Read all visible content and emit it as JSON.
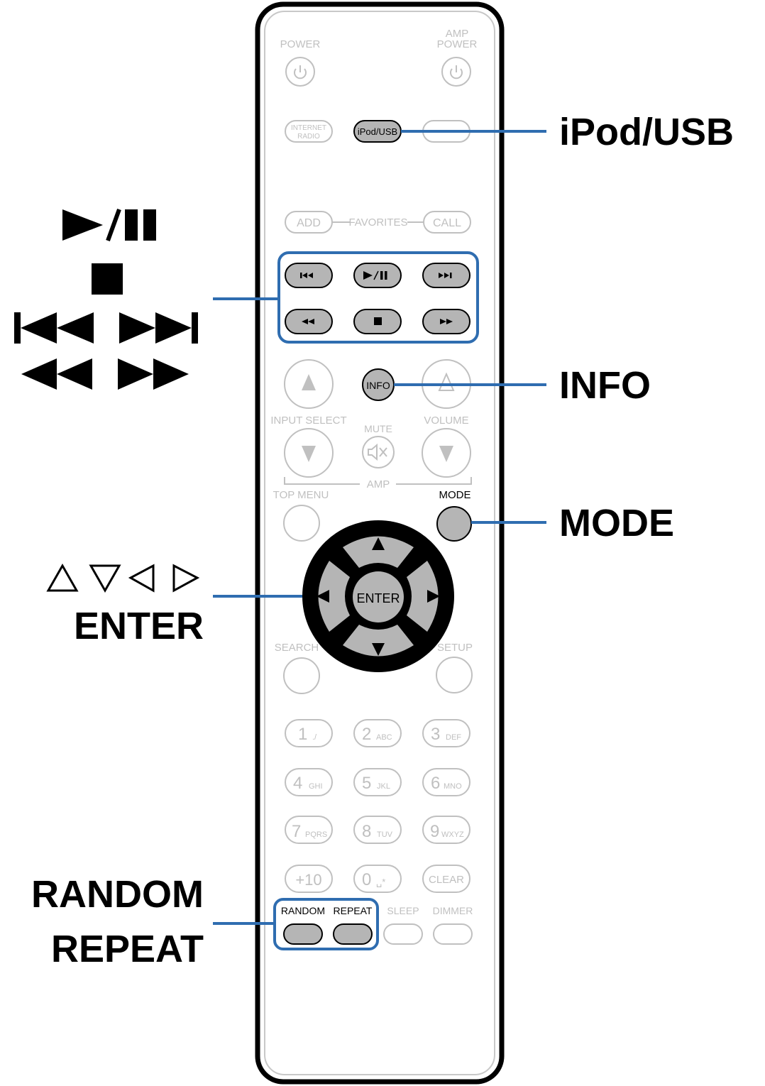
{
  "callouts": {
    "ipod_usb": "iPod/USB",
    "info": "INFO",
    "mode": "MODE",
    "play_pause_symbol": "►/❚❚",
    "stop_symbol": "■",
    "skip_symbols": "|◄◄ ►►|",
    "search_symbols": "◄◄ ►►",
    "cursor_symbols": "△▽◁ ▷",
    "enter": "ENTER",
    "random": "RANDOM",
    "repeat": "REPEAT"
  },
  "remote": {
    "power": "POWER",
    "amp_power_line1": "AMP",
    "amp_power_line2": "POWER",
    "internet_radio_line1": "INTERNET",
    "internet_radio_line2": "RADIO",
    "ipod_usb": "iPod/USB",
    "add": "ADD",
    "favorites": "FAVORITES",
    "call": "CALL",
    "info": "INFO",
    "input_select": "INPUT SELECT",
    "mute": "MUTE",
    "volume": "VOLUME",
    "amp": "AMP",
    "top_menu": "TOP MENU",
    "mode": "MODE",
    "enter": "ENTER",
    "search": "SEARCH",
    "setup": "SETUP",
    "keypad": [
      {
        "num": "1",
        "sub": "./"
      },
      {
        "num": "2",
        "sub": "ABC"
      },
      {
        "num": "3",
        "sub": "DEF"
      },
      {
        "num": "4",
        "sub": "GHI"
      },
      {
        "num": "5",
        "sub": "JKL"
      },
      {
        "num": "6",
        "sub": "MNO"
      },
      {
        "num": "7",
        "sub": "PQRS"
      },
      {
        "num": "8",
        "sub": "TUV"
      },
      {
        "num": "9",
        "sub": "WXYZ"
      }
    ],
    "plus10": "+10",
    "zero": "0",
    "zero_sub": "␣*",
    "clear": "CLEAR",
    "random": "RANDOM",
    "repeat": "REPEAT",
    "sleep": "SLEEP",
    "dimmer": "DIMMER"
  },
  "colors": {
    "highlight": "#2f6db0",
    "button_gray": "#b5b5b5",
    "faint": "#c0c0c0"
  }
}
